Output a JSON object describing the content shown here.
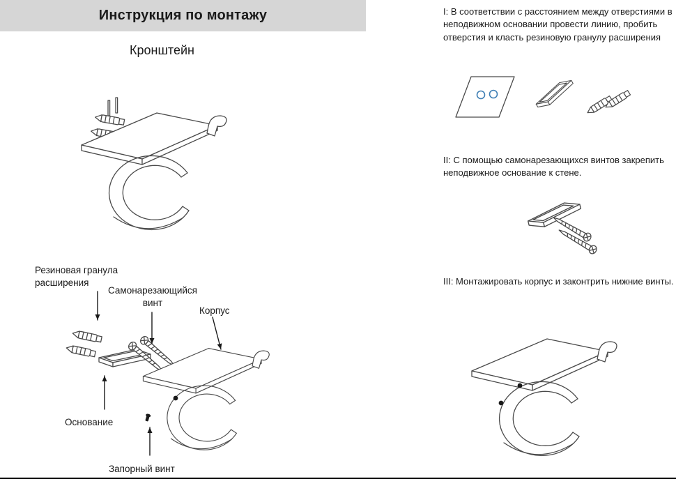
{
  "colors": {
    "header-bg": "#d6d6d6",
    "line": "#4a4a4a",
    "hole": "#3f7fb5",
    "text": "#1a1a1a"
  },
  "header": {
    "title": "Инструкция по монтажу"
  },
  "left": {
    "subtitle": "Кронштейн",
    "labels": {
      "rubber_plug": "Резиновая гранула\nрасширения",
      "self_tapping_screw": "Самонарезающийся\nвинт",
      "body": "Корпус",
      "base": "Основание",
      "lock_screw": "Запорный винт"
    }
  },
  "steps": {
    "step1": "I: В соответствии с расстоянием между отверстиями в неподвижном основании провести линию, пробить отверстия и класть резиновую гранулу расширения",
    "step2": "II: С помощью самонарезающихся винтов закрепить неподвижное основание к стене.",
    "step3": "III: Монтажировать корпус и законтрить нижние винты."
  }
}
